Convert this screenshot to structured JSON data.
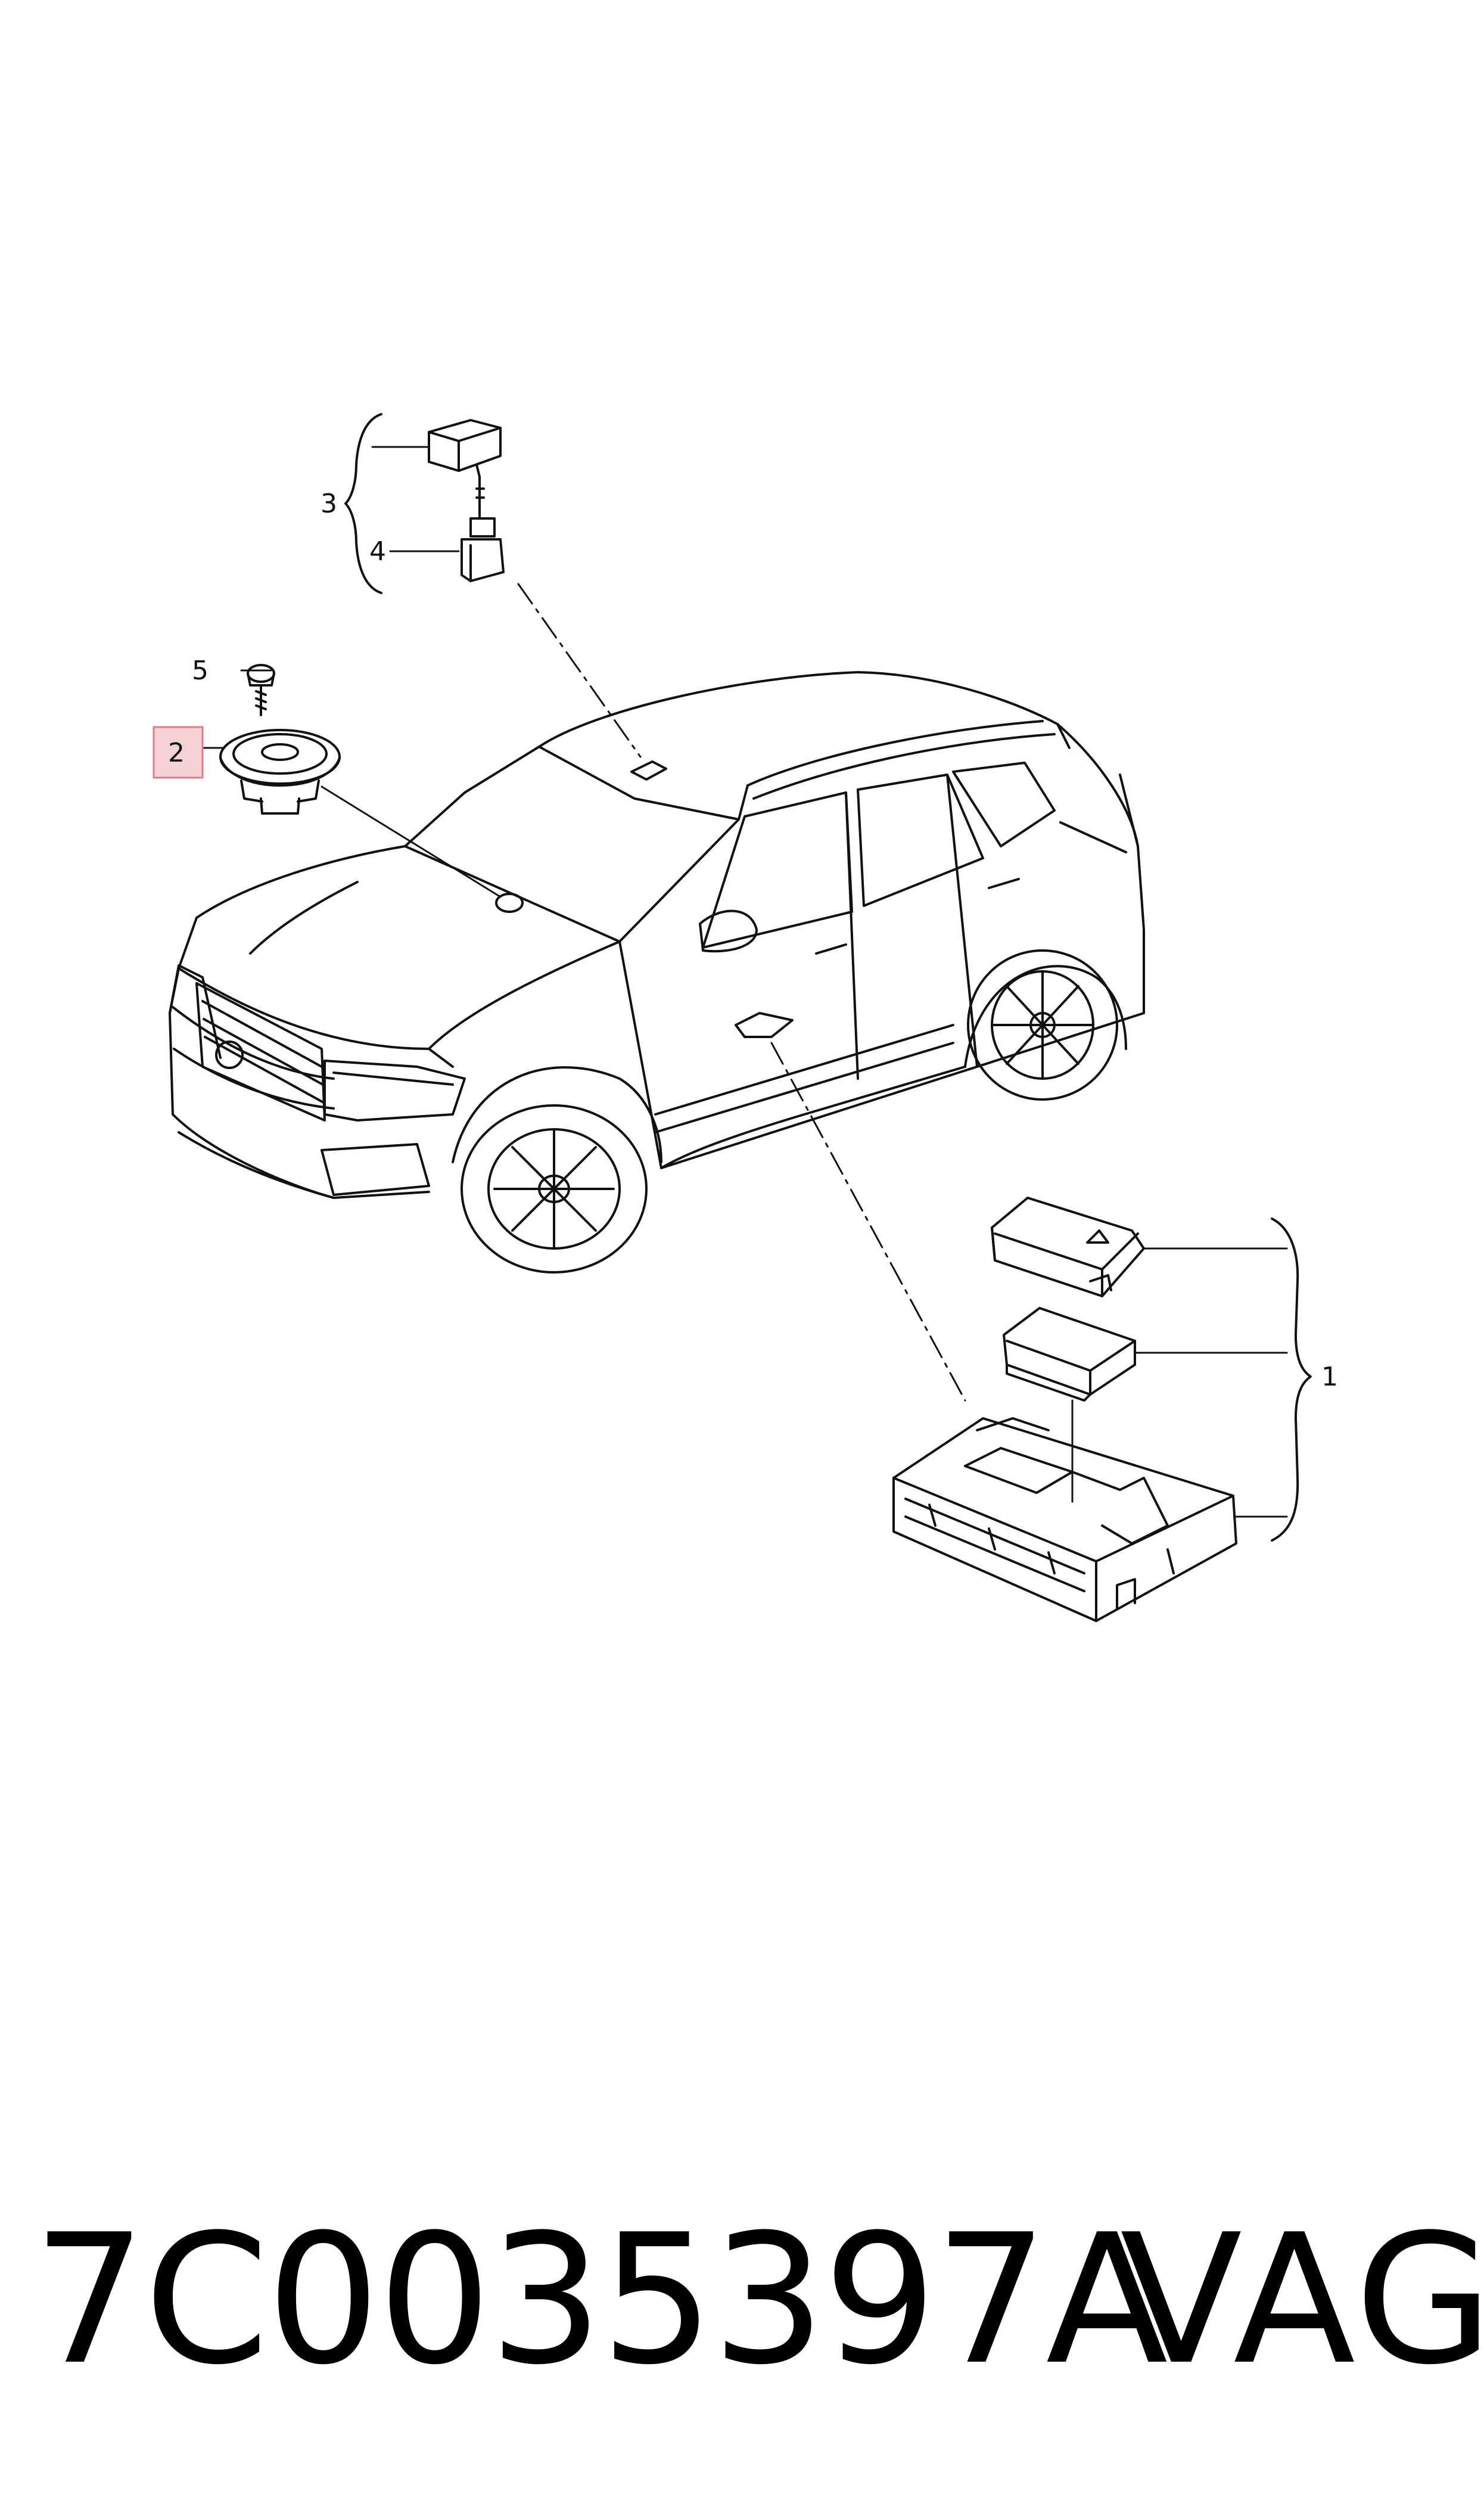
{
  "diagram": {
    "callouts": [
      {
        "id": "1",
        "label": "1"
      },
      {
        "id": "2",
        "label": "2",
        "highlighted": true
      },
      {
        "id": "3",
        "label": "3"
      },
      {
        "id": "4",
        "label": "4"
      },
      {
        "id": "5",
        "label": "5"
      }
    ],
    "highlight_color": "#f6d2d6",
    "highlight_border": "#e07c88",
    "line_color": "#111111"
  },
  "footer": {
    "part_number": "7C0035397A",
    "brand": "VAG"
  }
}
